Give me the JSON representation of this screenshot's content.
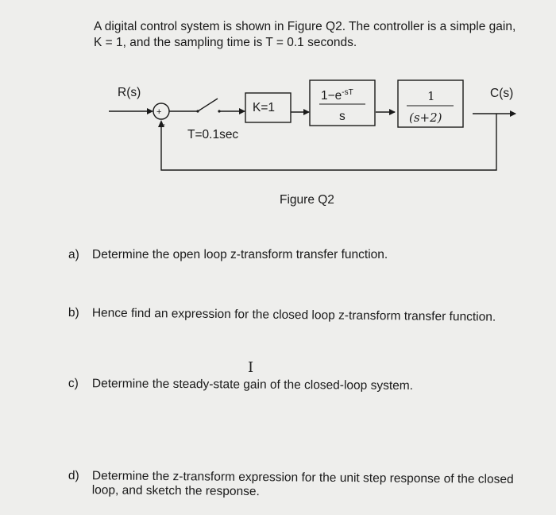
{
  "intro": {
    "line1": "A digital control system is shown in Figure Q2. The controller is a simple gain,",
    "line2": "K = 1, and the sampling time is T = 0.1 seconds."
  },
  "diagram": {
    "input_label": "R(s)",
    "output_label": "C(s)",
    "plus_sign": "+",
    "minus_sign": "-",
    "sampler_label": "T=0.1sec",
    "gain_label": "K=1",
    "zoh_numerator": "1−e",
    "zoh_exponent": "-sT",
    "zoh_denominator": "s",
    "plant_numerator": "1",
    "plant_denominator": "(s+2)"
  },
  "figure_caption": "Figure Q2",
  "questions": [
    {
      "label": "a)",
      "text": "Determine the open loop z-transform transfer function."
    },
    {
      "label": "b)",
      "text": "Hence find an expression for the closed loop z-transform transfer function."
    },
    {
      "label": "c)",
      "text": "Determine the steady-state gain of the closed-loop system."
    },
    {
      "label": "d)",
      "text": "Determine the z-transform expression for the unit step response of the closed",
      "text2": "loop, and sketch the response."
    }
  ],
  "cursor_glyph": "I"
}
